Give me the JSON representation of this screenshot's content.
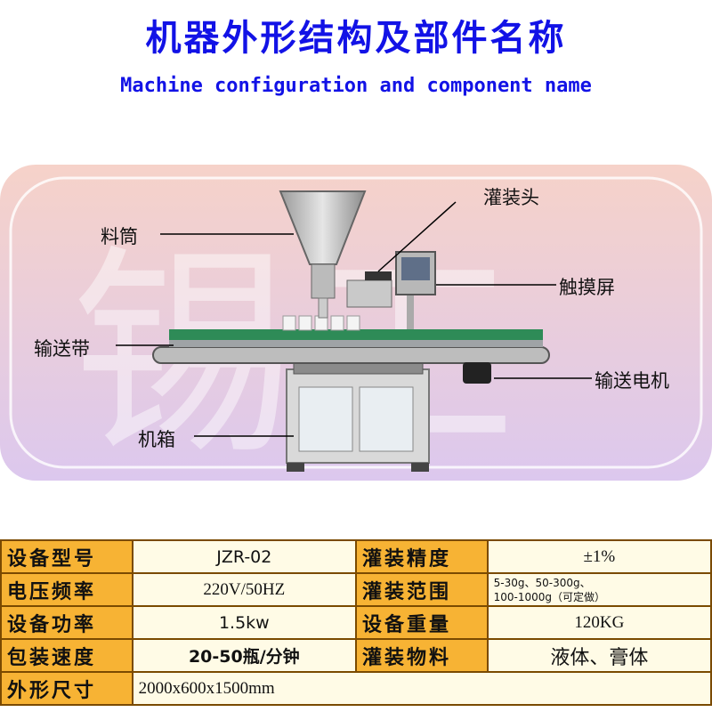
{
  "title": {
    "cn": "机器外形结构及部件名称",
    "en": "Machine configuration and component name"
  },
  "watermark": "锡工",
  "labels": {
    "hopper": "料筒",
    "filling_head": "灌装头",
    "touchscreen": "触摸屏",
    "conveyor_belt": "输送带",
    "conveyor_motor": "输送电机",
    "cabinet": "机箱"
  },
  "specs": {
    "model_label": "设备型号",
    "model_value": "JZR-02",
    "accuracy_label": "灌装精度",
    "accuracy_value": "±1%",
    "voltage_label": "电压频率",
    "voltage_value": "220V/50HZ",
    "range_label": "灌装范围",
    "range_value_line1": "5-30g、50-300g、",
    "range_value_line2": "100-1000g（可定做）",
    "power_label": "设备功率",
    "power_value": "1.5kw",
    "weight_label": "设备重量",
    "weight_value": "120KG",
    "speed_label": "包装速度",
    "speed_value": "20-50瓶/分钟",
    "material_label": "灌装物料",
    "material_value": "液体、膏体",
    "size_label": "外形尺寸",
    "size_value": "2000x600x1500mm"
  },
  "colors": {
    "title_blue": "#1212e6",
    "label_bg": "#f7b334",
    "value_bg": "#fffbe6",
    "conveyor_green": "#2e8b57"
  }
}
